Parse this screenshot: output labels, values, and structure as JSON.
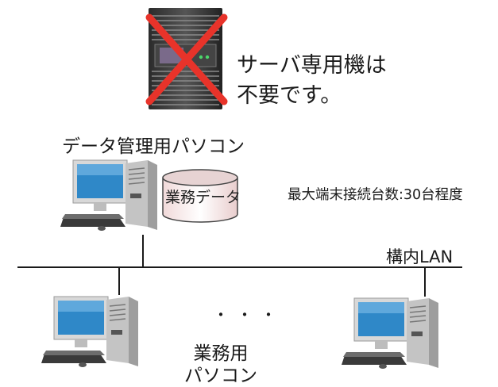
{
  "server": {
    "note": "サーバ専用機は\n不要です。"
  },
  "admin_pc": {
    "label": "データ管理用パソコン"
  },
  "database": {
    "label": "業務データ"
  },
  "capacity_note": "最大端末接続台数:30台程度",
  "network": {
    "label": "構内LAN"
  },
  "clients": {
    "ellipsis": "・・・",
    "label": "業務用\nパソコン"
  },
  "colors": {
    "line": "#1a1a1a",
    "cross": "#e8332a",
    "screen": "#2f88c8",
    "tower": "#cfcfcf",
    "server_body": "#3a3a3a"
  }
}
